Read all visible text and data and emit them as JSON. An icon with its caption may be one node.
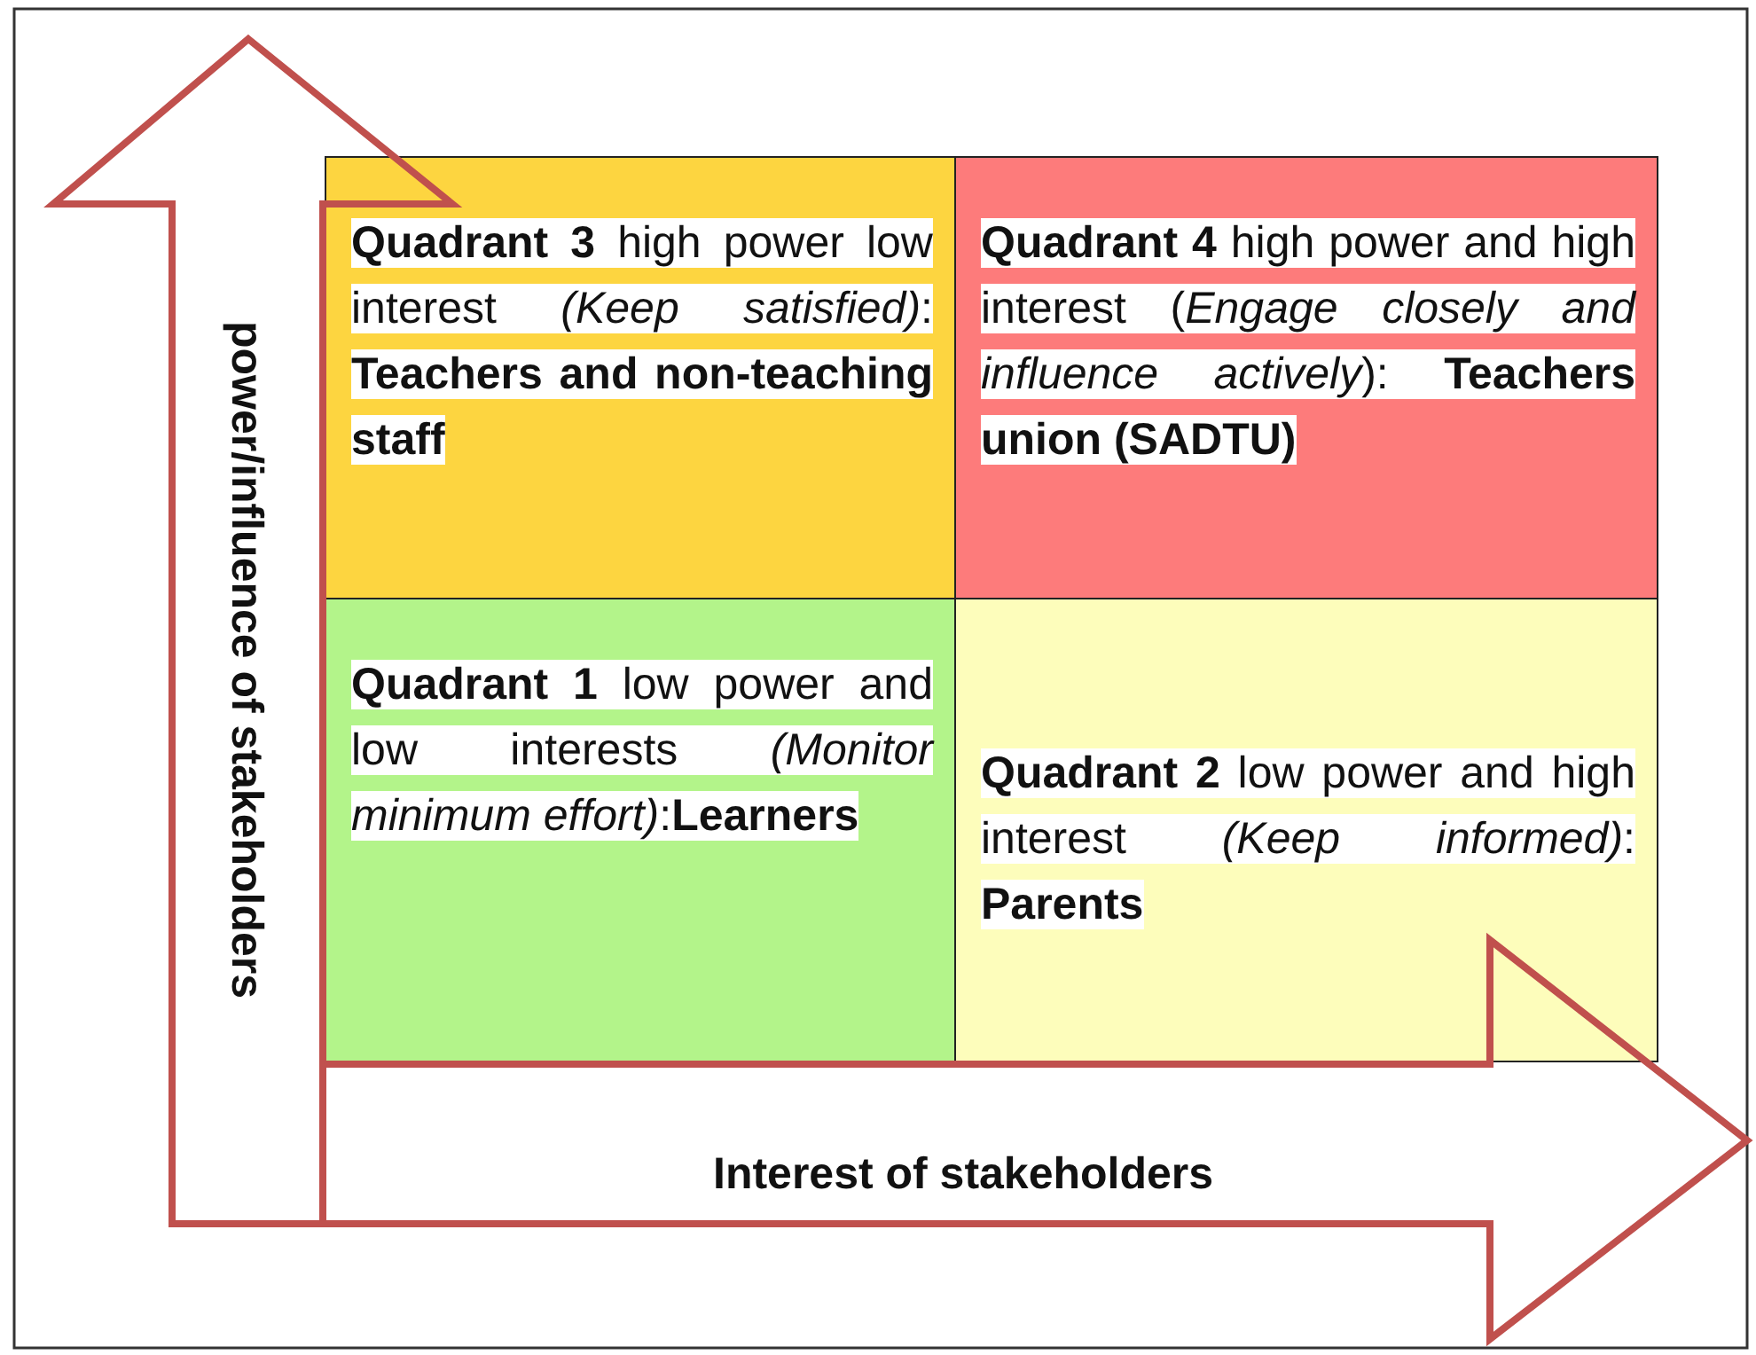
{
  "diagram": {
    "nodes": [
      {
        "text": [
          "power/influence of stakeholders"
        ]
      },
      {
        "text": [
          "**Quadrant 3** high power low interest *(Keep satisfied)*: **Teachers and non-teaching staff**"
        ]
      },
      {
        "text": [
          "**Quadrant 4** high power and high interest (*Engage closely and influence actively*): **Teachers union (SADTU)**"
        ]
      },
      {
        "text": [
          "**Quadrant 1** low power and low interests *(Monitor minimum effort)*:**Learners**"
        ]
      },
      {
        "text": [
          "**Quadrant 2** low power and high interest *(Keep informed)*: **Parents**"
        ]
      },
      {
        "text": [
          "Interest of stakeholders"
        ]
      }
    ]
  }
}
